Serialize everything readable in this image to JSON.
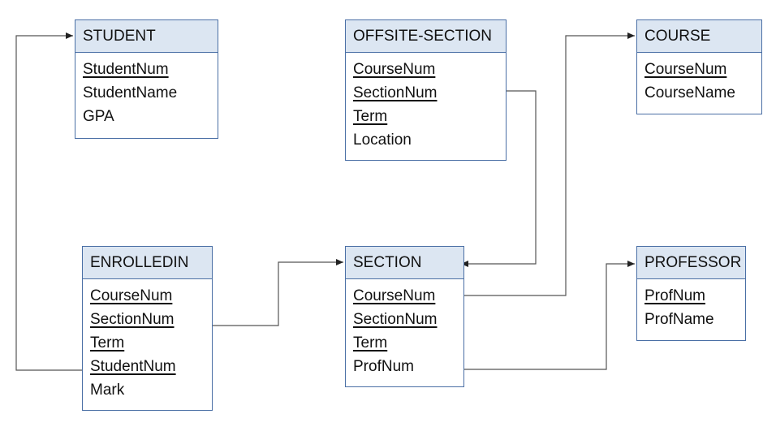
{
  "tables": {
    "student": {
      "title": "STUDENT",
      "fields": [
        {
          "name": "StudentNum",
          "pk": true
        },
        {
          "name": "StudentName",
          "pk": false
        },
        {
          "name": "GPA",
          "pk": false
        }
      ]
    },
    "offsite_section": {
      "title": "OFFSITE-SECTION",
      "fields": [
        {
          "name": "CourseNum",
          "pk": true
        },
        {
          "name": "SectionNum",
          "pk": true
        },
        {
          "name": "Term",
          "pk": true
        },
        {
          "name": "Location",
          "pk": false
        }
      ]
    },
    "course": {
      "title": "COURSE",
      "fields": [
        {
          "name": "CourseNum",
          "pk": true
        },
        {
          "name": "CourseName",
          "pk": false
        }
      ]
    },
    "enrolledin": {
      "title": "ENROLLEDIN",
      "fields": [
        {
          "name": "CourseNum",
          "pk": true
        },
        {
          "name": "SectionNum",
          "pk": true
        },
        {
          "name": "Term",
          "pk": true
        },
        {
          "name": "StudentNum",
          "pk": true
        },
        {
          "name": "Mark",
          "pk": false
        }
      ]
    },
    "section": {
      "title": "SECTION",
      "fields": [
        {
          "name": "CourseNum",
          "pk": true
        },
        {
          "name": "SectionNum",
          "pk": true
        },
        {
          "name": "Term",
          "pk": true
        },
        {
          "name": "ProfNum",
          "pk": false
        }
      ]
    },
    "professor": {
      "title": "PROFESSOR",
      "fields": [
        {
          "name": "ProfNum",
          "pk": true
        },
        {
          "name": "ProfName",
          "pk": false
        }
      ]
    }
  },
  "relationships": [
    {
      "from": "ENROLLEDIN.StudentNum",
      "to": "STUDENT"
    },
    {
      "from": "ENROLLEDIN",
      "to": "SECTION"
    },
    {
      "from": "OFFSITE-SECTION",
      "to": "SECTION"
    },
    {
      "from": "SECTION.CourseNum",
      "to": "COURSE"
    },
    {
      "from": "SECTION.ProfNum",
      "to": "PROFESSOR"
    }
  ],
  "colors": {
    "header_fill": "#dce6f2",
    "border": "#4a6fa5",
    "connector": "#555555"
  }
}
